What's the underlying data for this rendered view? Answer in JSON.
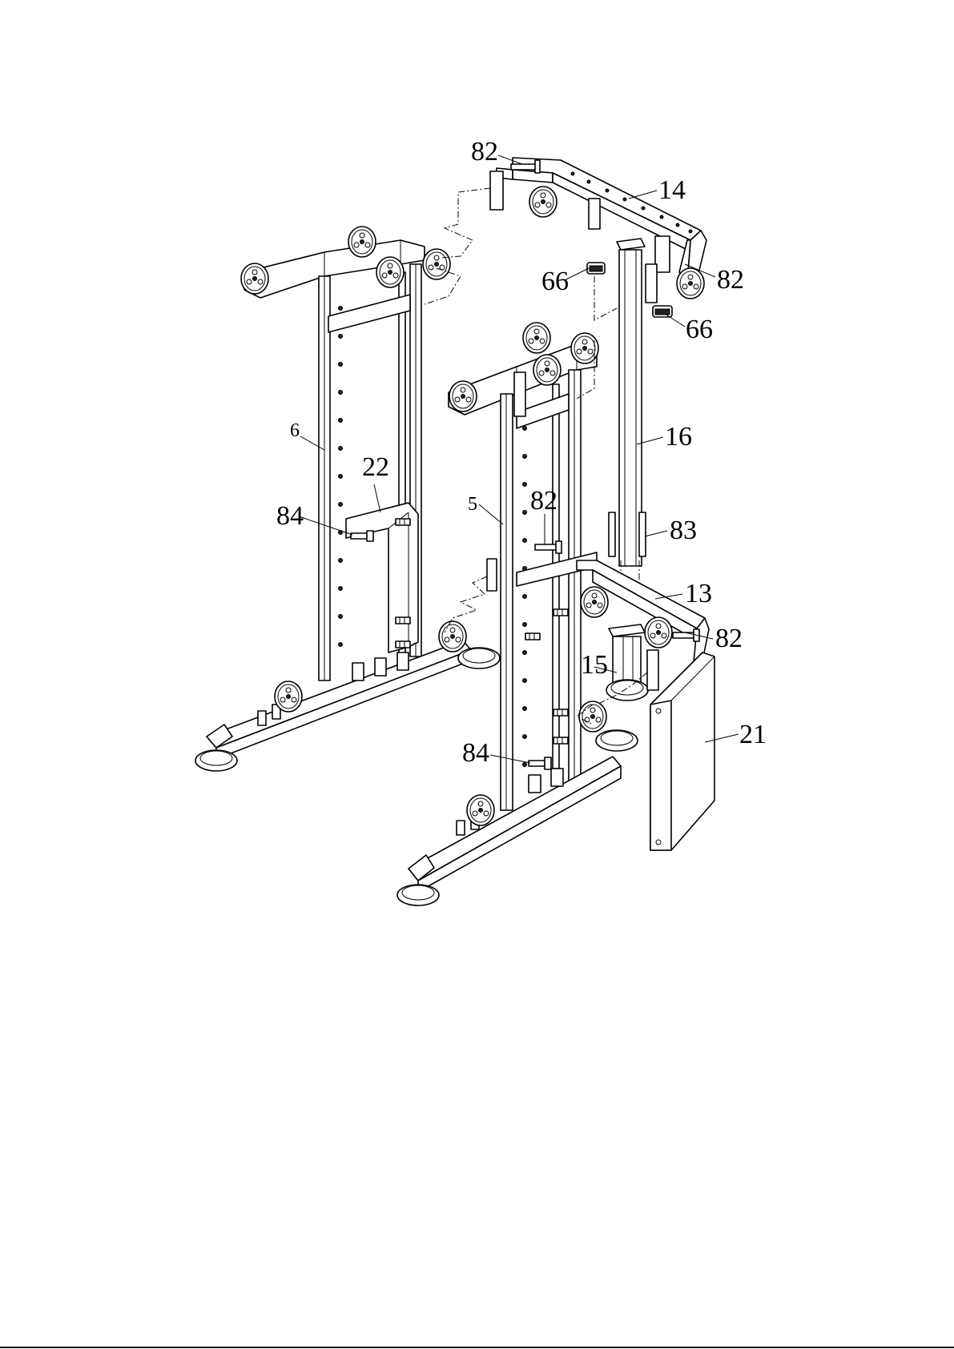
{
  "diagram": {
    "callouts": [
      {
        "id": "c82a",
        "text": "82"
      },
      {
        "id": "c14",
        "text": "14"
      },
      {
        "id": "c66a",
        "text": "66"
      },
      {
        "id": "c82b",
        "text": "82"
      },
      {
        "id": "c66b",
        "text": "66"
      },
      {
        "id": "c16",
        "text": "16"
      },
      {
        "id": "c6",
        "text": "6"
      },
      {
        "id": "c22",
        "text": "22"
      },
      {
        "id": "c84a",
        "text": "84"
      },
      {
        "id": "c5",
        "text": "5"
      },
      {
        "id": "c82c",
        "text": "82"
      },
      {
        "id": "c83",
        "text": "83"
      },
      {
        "id": "c13",
        "text": "13"
      },
      {
        "id": "c82d",
        "text": "82"
      },
      {
        "id": "c15",
        "text": "15"
      },
      {
        "id": "c21",
        "text": "21"
      },
      {
        "id": "c84b",
        "text": "84"
      }
    ]
  }
}
